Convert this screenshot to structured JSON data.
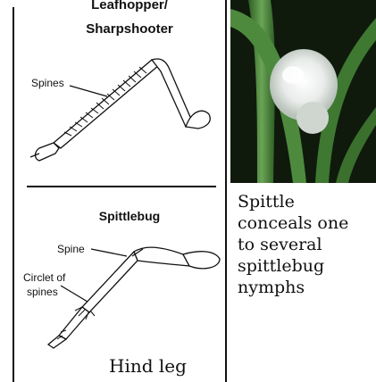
{
  "diagram": {
    "leafhopper_title_line1": "Leafhopper/",
    "leafhopper_title_line2": "Sharpshooter",
    "leafhopper_label_spines": "Spines",
    "spittlebug_title": "Spittlebug",
    "spittlebug_label_spine": "Spine",
    "spittlebug_label_circlet_line1": "Circlet of",
    "spittlebug_label_circlet_line2": "spines",
    "caption": "Hind leg"
  },
  "photo": {
    "caption_lines": [
      "Spittle",
      "conceals one",
      "to several",
      "spittlebug",
      "nymphs"
    ],
    "colors": {
      "background": "#0f1a0c",
      "leaf": "#5f9a4e",
      "foam": "#eef0ee"
    }
  }
}
